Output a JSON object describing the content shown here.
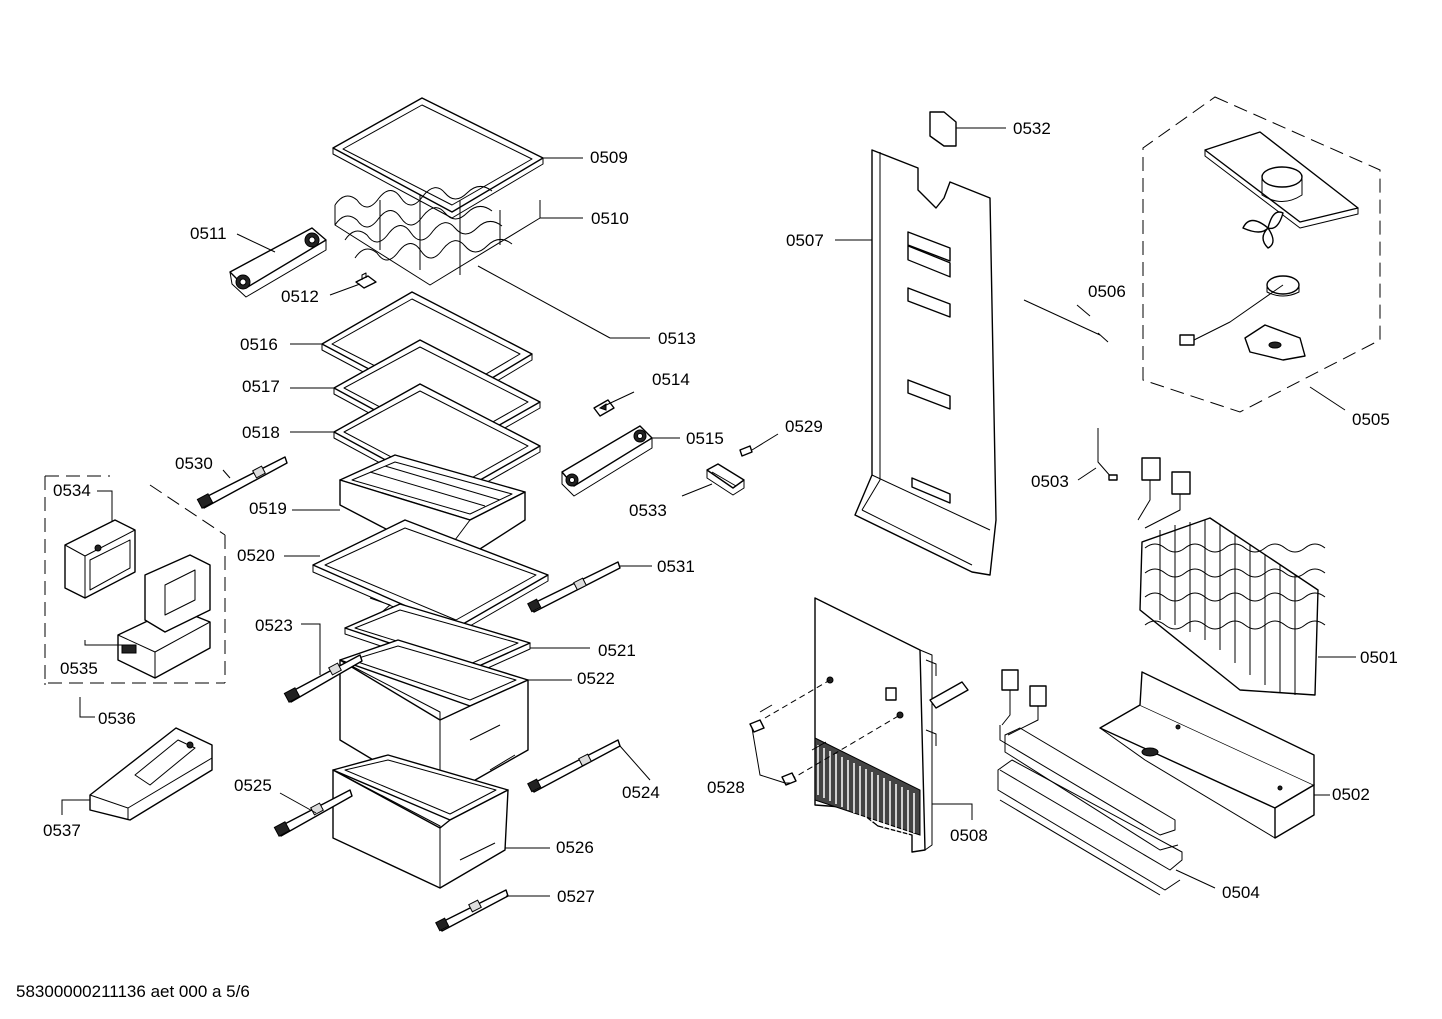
{
  "parts": [
    "0501",
    "0502",
    "0503",
    "0504",
    "0505",
    "0506",
    "0507",
    "0508",
    "0509",
    "0510",
    "0511",
    "0512",
    "0513",
    "0514",
    "0515",
    "0516",
    "0517",
    "0518",
    "0519",
    "0520",
    "0521",
    "0522",
    "0523",
    "0524",
    "0525",
    "0526",
    "0527",
    "0528",
    "0529",
    "0530",
    "0531",
    "0532",
    "0533",
    "0534",
    "0535",
    "0536",
    "0537"
  ],
  "footer": "58300000211136 aet 000 a 5/6"
}
